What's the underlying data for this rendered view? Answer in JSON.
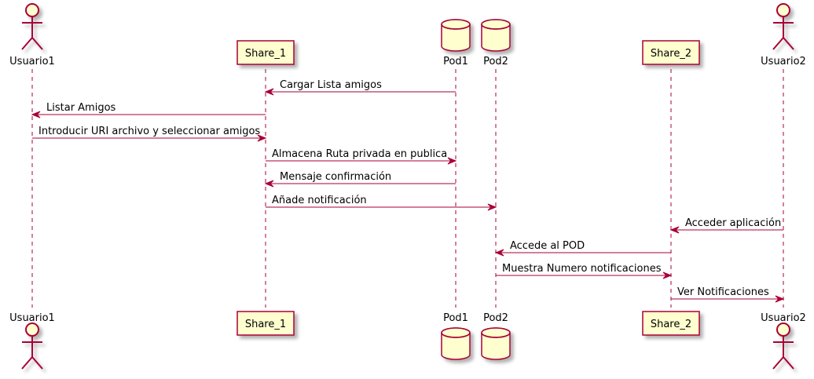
{
  "colors": {
    "line": "#A80036",
    "fill": "#FEFECE",
    "text": "#000000"
  },
  "participants": [
    {
      "id": "usuario1",
      "label": "Usuario1",
      "kind": "actor"
    },
    {
      "id": "share1",
      "label": "Share_1",
      "kind": "box"
    },
    {
      "id": "pod1",
      "label": "Pod1",
      "kind": "database"
    },
    {
      "id": "pod2",
      "label": "Pod2",
      "kind": "database"
    },
    {
      "id": "share2",
      "label": "Share_2",
      "kind": "box"
    },
    {
      "id": "usuario2",
      "label": "Usuario2",
      "kind": "actor"
    }
  ],
  "messages": [
    {
      "from": "pod1",
      "to": "share1",
      "label": "Cargar Lista amigos"
    },
    {
      "from": "share1",
      "to": "usuario1",
      "label": "Listar Amigos"
    },
    {
      "from": "usuario1",
      "to": "share1",
      "label": "Introducir URI archivo y seleccionar amigos"
    },
    {
      "from": "share1",
      "to": "pod1",
      "label": "Almacena Ruta privada en publica"
    },
    {
      "from": "pod1",
      "to": "share1",
      "label": "Mensaje confirmación"
    },
    {
      "from": "share1",
      "to": "pod2",
      "label": "Añade notificación"
    },
    {
      "from": "usuario2",
      "to": "share2",
      "label": "Acceder aplicación"
    },
    {
      "from": "share2",
      "to": "pod2",
      "label": "Accede al POD"
    },
    {
      "from": "pod2",
      "to": "share2",
      "label": "Muestra Numero notificaciones"
    },
    {
      "from": "share2",
      "to": "usuario2",
      "label": "Ver Notificaciones"
    }
  ]
}
